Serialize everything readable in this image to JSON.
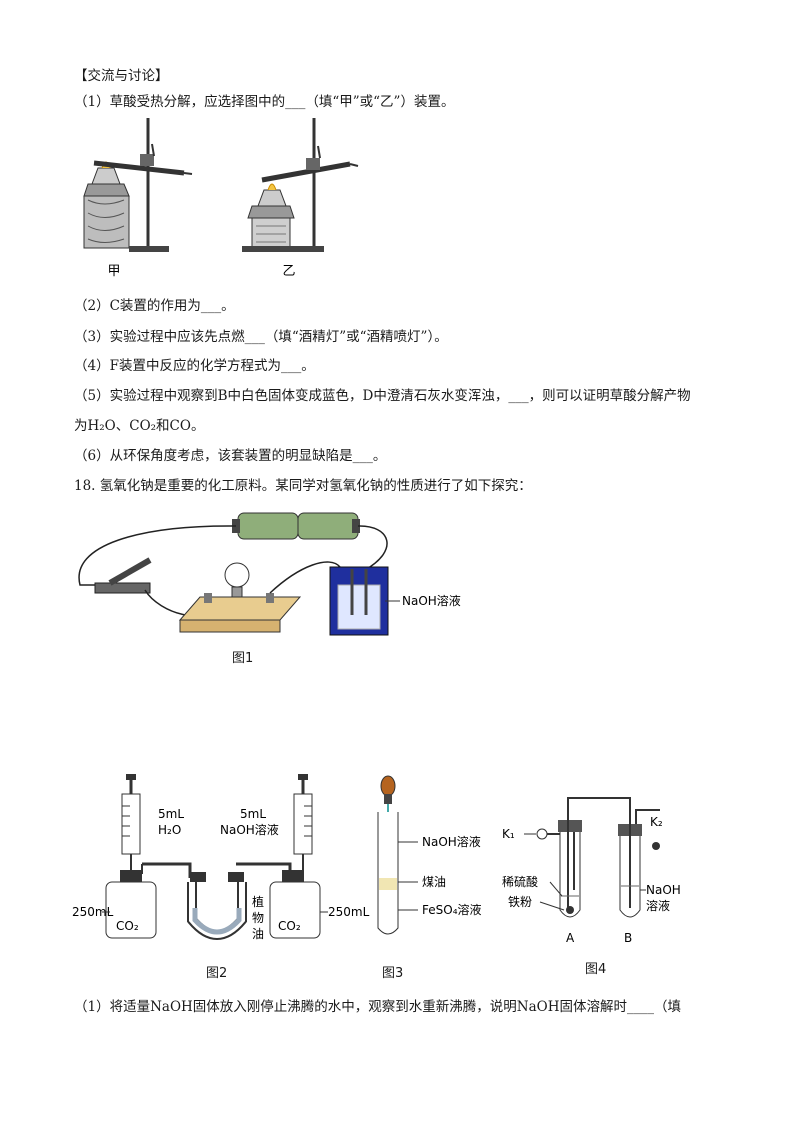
{
  "section_heading": "【交流与讨论】",
  "q1": "（1）草酸受热分解，应选择图中的___（填“甲”或“乙”）装置。",
  "fig_labels": {
    "jia": "甲",
    "yi": "乙"
  },
  "q2": "（2）C装置的作用为___。",
  "q3": "（3）实验过程中应该先点燃___（填“酒精灯”或“酒精喷灯”）。",
  "q4": "（4）F装置中反应的化学方程式为___。",
  "q5_line1": "（5）实验过程中观察到B中白色固体变成蓝色，D中澄清石灰水变浑浊，___，则可以证明草酸分解产物",
  "q5_line2": "为H₂O、CO₂和CO。",
  "q6": "（6）从环保角度考虑，该套装置的明显缺陷是___。",
  "q18": "18. 氢氧化钠是重要的化工原料。某同学对氢氧化钠的性质进行了如下探究：",
  "fig1": {
    "solution_label": "NaOH溶液",
    "caption": "图1"
  },
  "fig2": {
    "left_syringe_vol": "5mL",
    "left_syringe_content": "H₂O",
    "right_syringe_vol": "5mL",
    "right_syringe_content": "NaOH溶液",
    "left_bottle_vol": "250mL",
    "right_bottle_vol": "250mL",
    "left_gas": "CO₂",
    "right_gas": "CO₂",
    "oil_label_1": "植",
    "oil_label_2": "物",
    "oil_label_3": "油",
    "caption": "图2"
  },
  "fig3": {
    "label_top": "NaOH溶液",
    "label_mid": "煤油",
    "label_bottom": "FeSO₄溶液",
    "caption": "图3"
  },
  "fig4": {
    "k1": "K₁",
    "k2": "K₂",
    "acid_label": "稀硫酸",
    "iron_label": "铁粉",
    "naoh_label_1": "NaOH",
    "naoh_label_2": "溶液",
    "tube_a": "A",
    "tube_b": "B",
    "caption": "图4"
  },
  "q18_1": "（1）将适量NaOH固体放入刚停止沸腾的水中，观察到水重新沸腾，说明NaOH固体溶解时____（填"
}
